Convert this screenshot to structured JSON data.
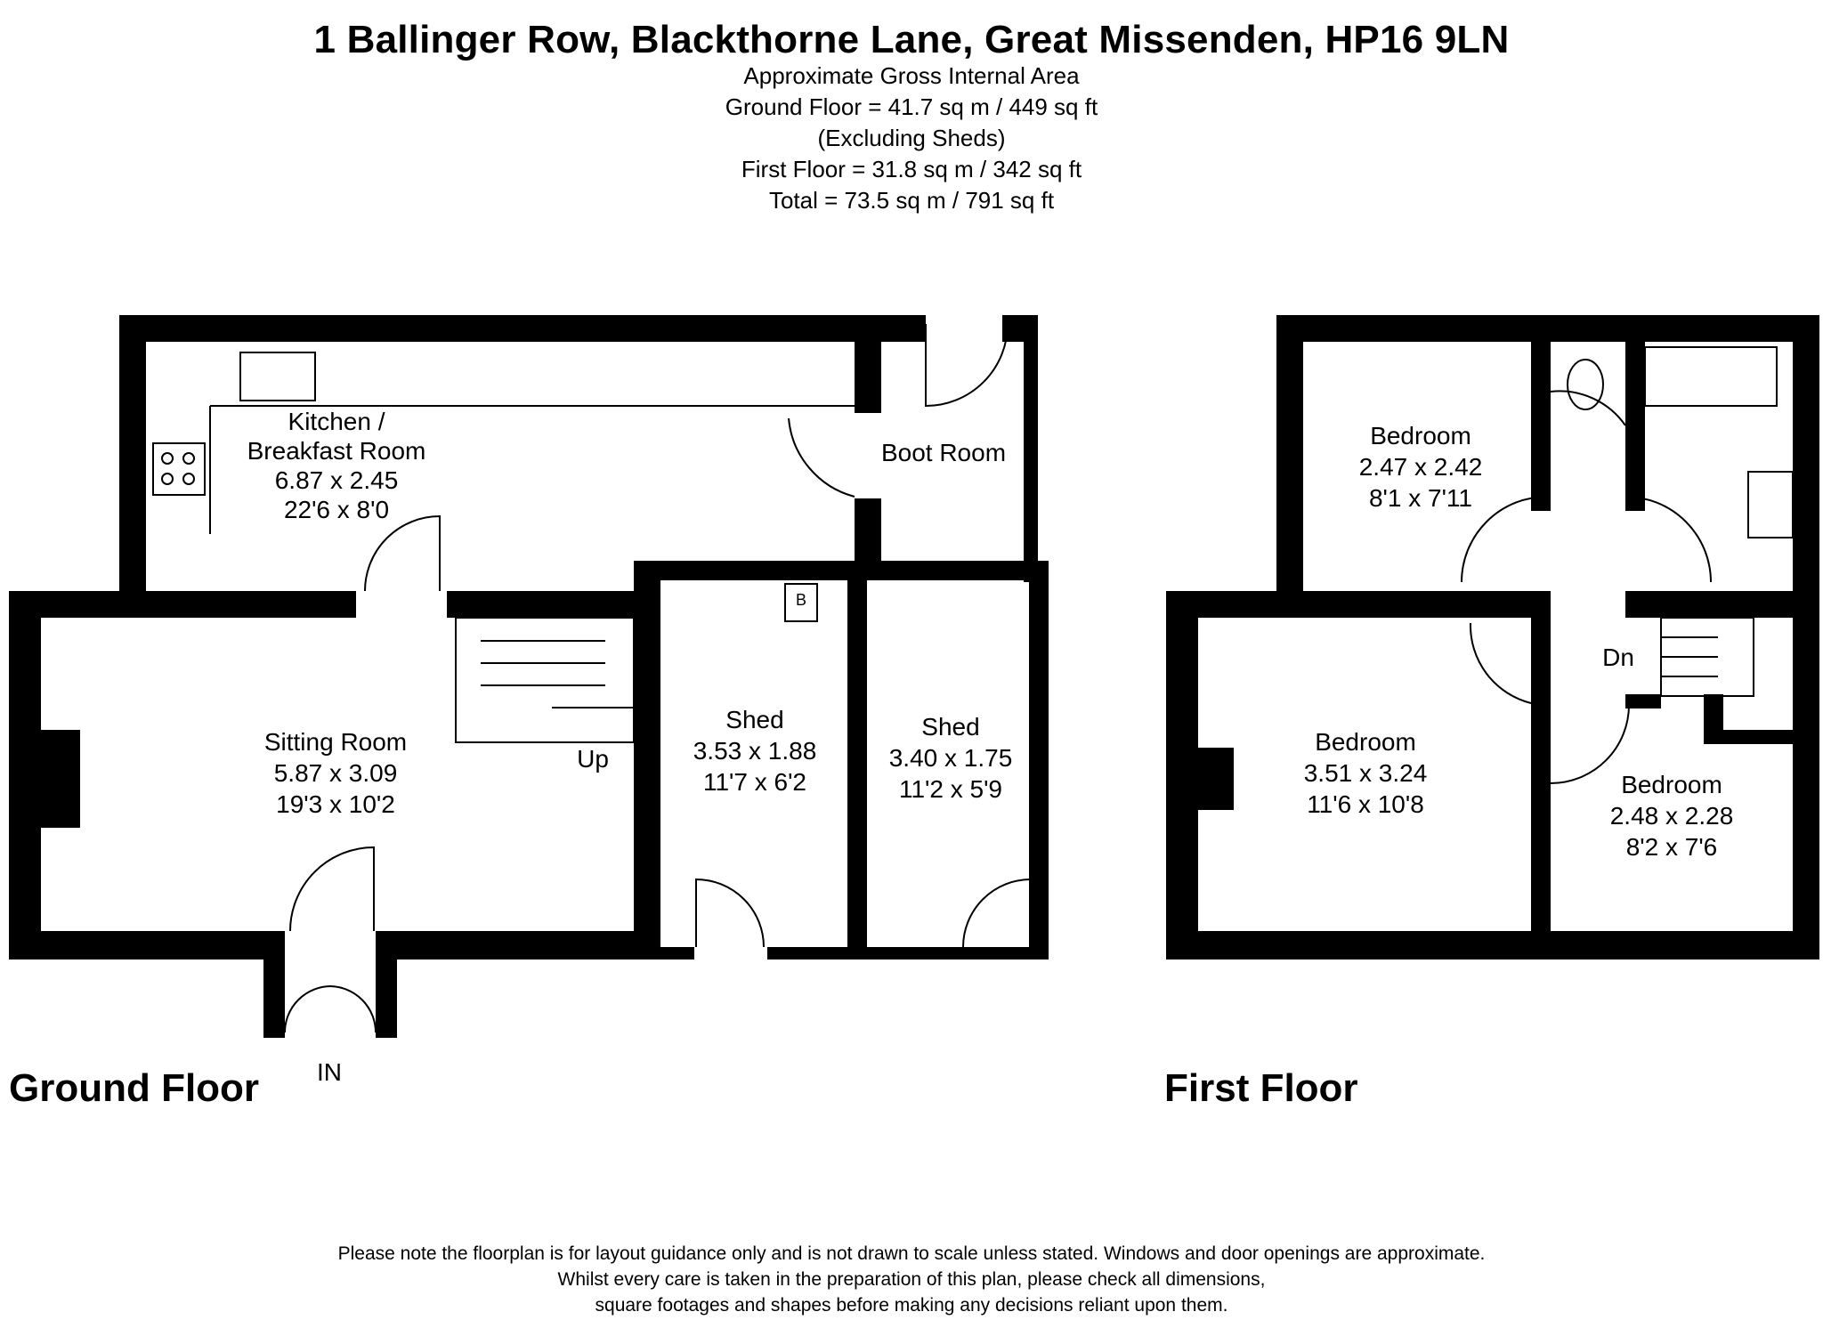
{
  "title": "1 Ballinger Row, Blackthorne Lane, Great Missenden, HP16 9LN",
  "area": {
    "heading": "Approximate Gross Internal Area",
    "ground": "Ground Floor = 41.7 sq m / 449 sq ft",
    "excluding": "(Excluding Sheds)",
    "first": "First Floor = 31.8 sq m / 342 sq ft",
    "total": "Total = 73.5 sq m / 791 sq ft"
  },
  "floors": {
    "ground_label": "Ground Floor",
    "first_label": "First Floor"
  },
  "rooms": {
    "kitchen": {
      "name1": "Kitchen /",
      "name2": "Breakfast Room",
      "metric": "6.87 x 2.45",
      "imperial": "22'6 x 8'0"
    },
    "boot_room": {
      "name": "Boot Room"
    },
    "sitting": {
      "name": "Sitting Room",
      "metric": "5.87 x 3.09",
      "imperial": "19'3 x 10'2"
    },
    "shed1": {
      "name": "Shed",
      "metric": "3.53 x 1.88",
      "imperial": "11'7 x 6'2"
    },
    "shed2": {
      "name": "Shed",
      "metric": "3.40 x 1.75",
      "imperial": "11'2 x 5'9"
    },
    "bed1": {
      "name": "Bedroom",
      "metric": "2.47 x 2.42",
      "imperial": "8'1 x 7'11"
    },
    "bed2": {
      "name": "Bedroom",
      "metric": "3.51 x 3.24",
      "imperial": "11'6 x 10'8"
    },
    "bed3": {
      "name": "Bedroom",
      "metric": "2.48 x 2.28",
      "imperial": "8'2 x 7'6"
    }
  },
  "markers": {
    "up": "Up",
    "down": "Dn",
    "entrance": "IN",
    "boiler": "B"
  },
  "note": {
    "line1": "Please note the floorplan is for layout guidance only and is not drawn to scale unless stated. Windows and door openings are approximate.",
    "line2": "Whilst every care is taken in the preparation of this plan, please check all dimensions,",
    "line3": "square footages and shapes before making any decisions reliant upon them."
  }
}
